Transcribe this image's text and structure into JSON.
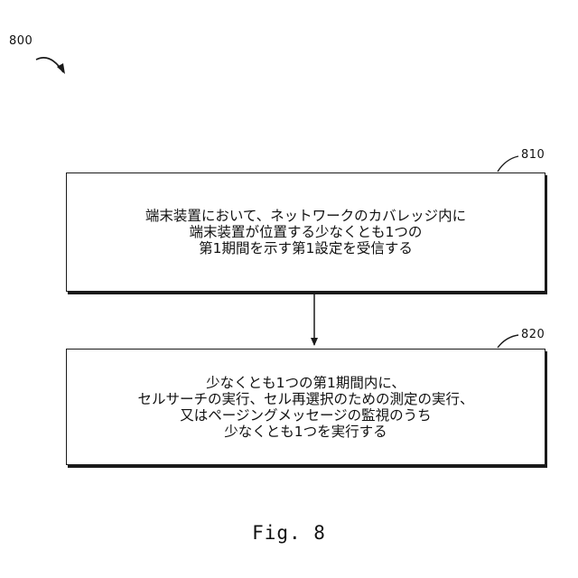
{
  "figure": {
    "ref_label": "800",
    "caption": "Fig. 8"
  },
  "steps": [
    {
      "ref_label": "810",
      "lines": [
        "端末装置において、ネットワークのカバレッジ内に",
        "端末装置が位置する少なくとも1つの",
        "第1期間を示す第1設定を受信する"
      ]
    },
    {
      "ref_label": "820",
      "lines": [
        "少なくとも1つの第1期間内に、",
        "セルサーチの実行、セル再選択のための測定の実行、",
        "又はページングメッセージの監視のうち",
        "少なくとも1つを実行する"
      ]
    }
  ]
}
